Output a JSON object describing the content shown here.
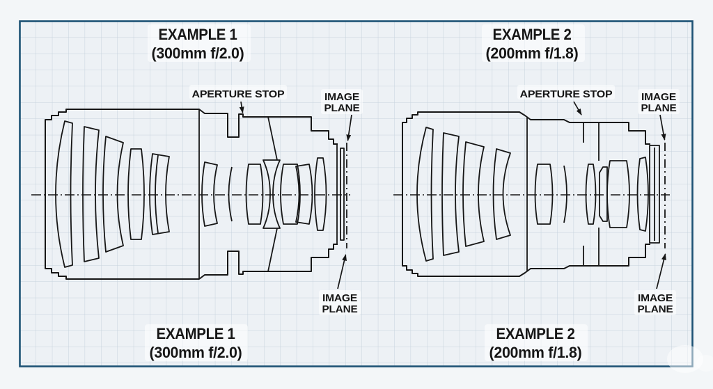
{
  "colors": {
    "page_bg": "#f3f6f8",
    "paper": "#edf1f5",
    "grid_line": "#c6d3dd",
    "frame_border": "#1d5275",
    "ink": "#161616"
  },
  "examples": [
    {
      "title": {
        "line1": "EXAMPLE 1",
        "line2": "(300mm f/2.0)"
      },
      "labels": {
        "aperture_stop": "APERTURE STOP",
        "image_plane_line1": "IMAGE",
        "image_plane_line2": "PLANE"
      }
    },
    {
      "title": {
        "line1": "EXAMPLE 2",
        "line2": "(200mm f/1.8)"
      },
      "labels": {
        "aperture_stop": "APERTURE STOP",
        "image_plane_line1": "IMAGE",
        "image_plane_line2": "PLANE"
      }
    }
  ]
}
